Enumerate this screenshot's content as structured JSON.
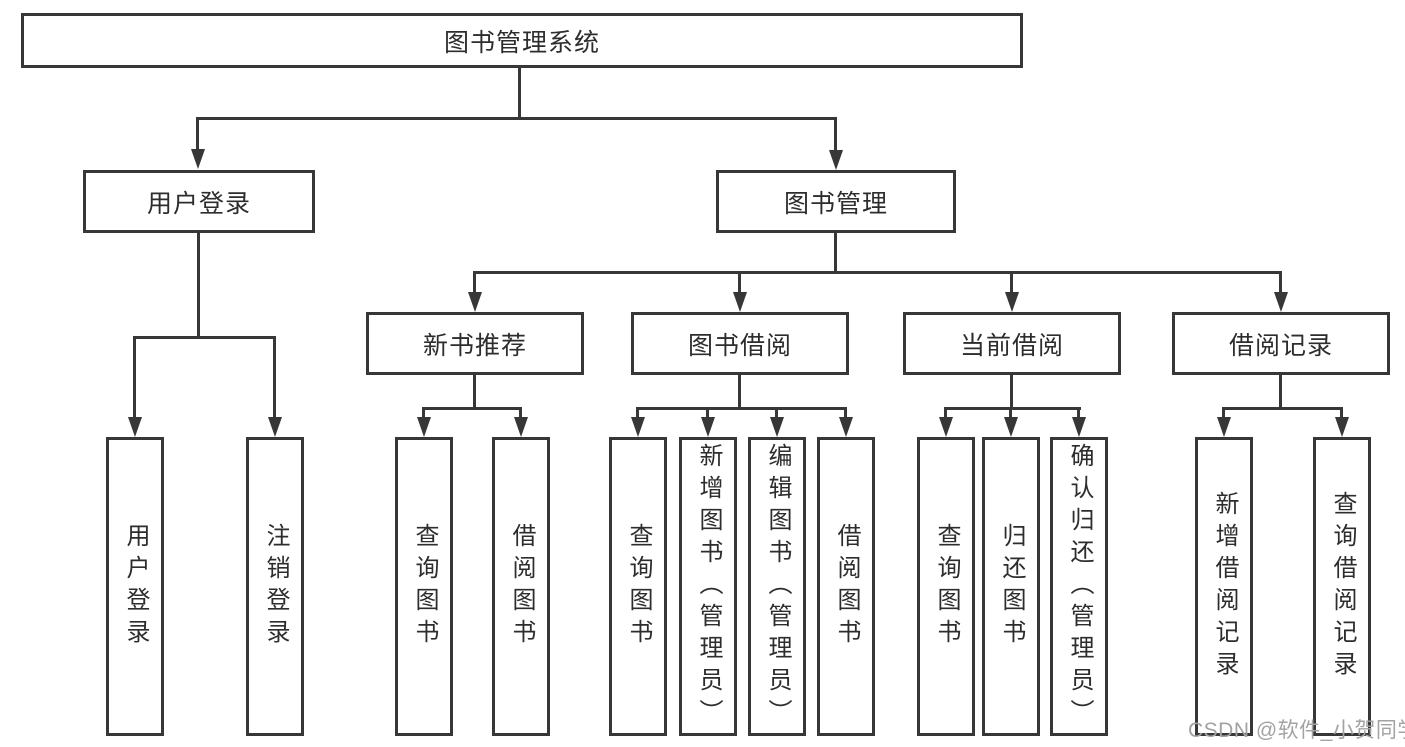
{
  "nodes": {
    "root": "图书管理系统",
    "level2": [
      "用户登录",
      "图书管理"
    ],
    "level3": [
      "新书推荐",
      "图书借阅",
      "当前借阅",
      "借阅记录"
    ],
    "user_login_children": [
      "用户登录",
      "注销登录"
    ],
    "new_books_children": [
      "查询图书",
      "借阅图书"
    ],
    "book_borrow_children": [
      "查询图书",
      "新增图书（管理员）",
      "编辑图书（管理员）",
      "借阅图书"
    ],
    "current_borrow_children": [
      "查询图书",
      "归还图书",
      "确认归还（管理员）"
    ],
    "borrow_records_children": [
      "新增借阅记录",
      "查询借阅记录"
    ]
  },
  "watermark": "CSDN @软件_小贺同学",
  "colors": {
    "line": "#373737",
    "box_border": "#373737",
    "box_fill": "#ffffff",
    "text": "#2d2d2d",
    "watermark": "#a3a3a3",
    "background": "#ffffff"
  }
}
